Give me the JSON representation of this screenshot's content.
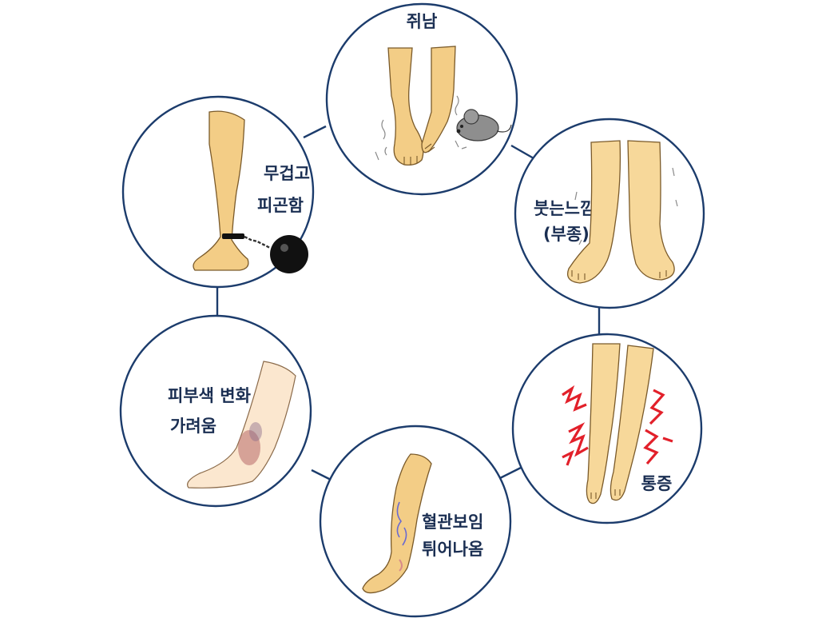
{
  "symptoms": [
    {
      "id": "cramp",
      "line1": "쥐남",
      "line2": "",
      "icon": "cramping-feet-with-mouse-icon"
    },
    {
      "id": "swelling",
      "line1": "붓는느낌",
      "line2": "(부종)",
      "icon": "swollen-legs-icon"
    },
    {
      "id": "pain",
      "line1": "통증",
      "line2": "",
      "icon": "painful-legs-icon"
    },
    {
      "id": "veins",
      "line1": "혈관보임",
      "line2": "튀어나옴",
      "icon": "varicose-vein-leg-icon"
    },
    {
      "id": "skin",
      "line1": "피부색 변화",
      "line2": "가려움",
      "icon": "discolored-skin-ankle-icon"
    },
    {
      "id": "heavy",
      "line1": "무겁고",
      "line2": "피곤함",
      "icon": "leg-with-ball-and-chain-icon"
    }
  ],
  "colors": {
    "ring": "#1c3c6c",
    "label": "#1a2e52",
    "skin": "#f3cd86",
    "pain_marks": "#e2202a",
    "vein": "#6a6ad0",
    "bruise": "#b86a6a"
  }
}
